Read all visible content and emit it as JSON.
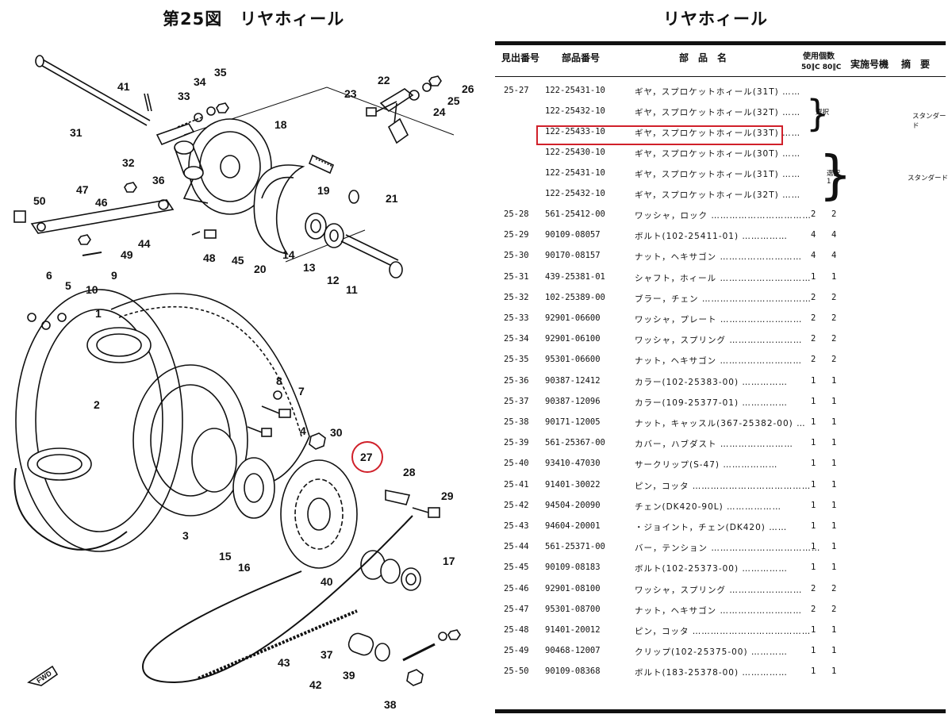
{
  "figure": {
    "title": "第25図　リヤホィール",
    "callouts": [
      "1",
      "2",
      "3",
      "4",
      "5",
      "6",
      "7",
      "8",
      "9",
      "10",
      "11",
      "12",
      "13",
      "14",
      "15",
      "16",
      "17",
      "18",
      "19",
      "20",
      "21",
      "22",
      "23",
      "24",
      "25",
      "26",
      "27",
      "28",
      "29",
      "30",
      "31",
      "32",
      "33",
      "34",
      "35",
      "36",
      "37",
      "38",
      "39",
      "40",
      "41",
      "42",
      "43",
      "44",
      "45",
      "46",
      "47",
      "48",
      "49",
      "50"
    ],
    "fwd_label": "FWD"
  },
  "table": {
    "title": "リヤホィール",
    "headers": {
      "ref": "見出番号",
      "part": "部品番号",
      "name": "部　品　名",
      "qty": "使用個数",
      "qty_cols": "50‖C 80‖C",
      "serial": "実施号機",
      "remarks": "摘　要"
    },
    "group_notes": {
      "sel1": "選択\n1",
      "sel2": "選択\n1",
      "std1": "スタンダード",
      "std2": "スタンダード"
    },
    "rows": [
      {
        "ref": "25-27",
        "part": "122-25431-10",
        "desc": "ギヤ，スプロケットホィール(31T) ……",
        "q1": "",
        "q2": ""
      },
      {
        "ref": "",
        "part": "122-25432-10",
        "desc": "ギヤ，スプロケットホィール(32T) ……",
        "q1": "",
        "q2": ""
      },
      {
        "ref": "",
        "part": "122-25433-10",
        "desc": "ギヤ，スプロケットホィール(33T) ……",
        "q1": "",
        "q2": ""
      },
      {
        "ref": "",
        "part": "122-25430-10",
        "desc": "ギヤ，スプロケットホィール(30T) ……",
        "q1": "",
        "q2": ""
      },
      {
        "ref": "",
        "part": "122-25431-10",
        "desc": "ギヤ，スプロケットホィール(31T) ……",
        "q1": "",
        "q2": ""
      },
      {
        "ref": "",
        "part": "122-25432-10",
        "desc": "ギヤ，スプロケットホィール(32T) ……",
        "q1": "",
        "q2": ""
      },
      {
        "ref": "25-28",
        "part": "561-25412-00",
        "desc": "ワッシャ，ロック ……………………………",
        "q1": "2",
        "q2": "2"
      },
      {
        "ref": "25-29",
        "part": "90109-08057",
        "desc": "ボルト(102-25411-01) ……………",
        "q1": "4",
        "q2": "4"
      },
      {
        "ref": "25-30",
        "part": "90170-08157",
        "desc": "ナット，ヘキサゴン ………………………",
        "q1": "4",
        "q2": "4"
      },
      {
        "ref": "25-31",
        "part": "439-25381-01",
        "desc": "シャフト，ホィール …………………………",
        "q1": "1",
        "q2": "1"
      },
      {
        "ref": "25-32",
        "part": "102-25389-00",
        "desc": "ブラー，チェン ………………………………",
        "q1": "2",
        "q2": "2"
      },
      {
        "ref": "25-33",
        "part": "92901-06600",
        "desc": "ワッシャ，プレート ………………………",
        "q1": "2",
        "q2": "2"
      },
      {
        "ref": "25-34",
        "part": "92901-06100",
        "desc": "ワッシャ，スプリング ……………………",
        "q1": "2",
        "q2": "2"
      },
      {
        "ref": "25-35",
        "part": "95301-06600",
        "desc": "ナット，ヘキサゴン ………………………",
        "q1": "2",
        "q2": "2"
      },
      {
        "ref": "25-36",
        "part": "90387-12412",
        "desc": "カラー(102-25383-00) ……………",
        "q1": "1",
        "q2": "1"
      },
      {
        "ref": "25-37",
        "part": "90387-12096",
        "desc": "カラー(109-25377-01) ……………",
        "q1": "1",
        "q2": "1"
      },
      {
        "ref": "25-38",
        "part": "90171-12005",
        "desc": "ナット，キャッスル(367-25382-00) …",
        "q1": "1",
        "q2": "1"
      },
      {
        "ref": "25-39",
        "part": "561-25367-00",
        "desc": "カバー，ハブダスト ……………………",
        "q1": "1",
        "q2": "1"
      },
      {
        "ref": "25-40",
        "part": "93410-47030",
        "desc": "サークリップ(S-47) ………………",
        "q1": "1",
        "q2": "1"
      },
      {
        "ref": "25-41",
        "part": "91401-30022",
        "desc": "ピン，コッタ …………………………………",
        "q1": "1",
        "q2": "1"
      },
      {
        "ref": "25-42",
        "part": "94504-20090",
        "desc": "チェン(DK420-90L) ………………",
        "q1": "1",
        "q2": "1"
      },
      {
        "ref": "25-43",
        "part": "94604-20001",
        "desc": "・ジョイント，チェン(DK420) ……",
        "q1": "1",
        "q2": "1"
      },
      {
        "ref": "25-44",
        "part": "561-25371-00",
        "desc": "バー，テンション ………………………………",
        "q1": "1",
        "q2": "1"
      },
      {
        "ref": "25-45",
        "part": "90109-08183",
        "desc": "ボルト(102-25373-00) ……………",
        "q1": "1",
        "q2": "1"
      },
      {
        "ref": "25-46",
        "part": "92901-08100",
        "desc": "ワッシャ，スプリング ……………………",
        "q1": "2",
        "q2": "2"
      },
      {
        "ref": "25-47",
        "part": "95301-08700",
        "desc": "ナット，ヘキサゴン ………………………",
        "q1": "2",
        "q2": "2"
      },
      {
        "ref": "25-48",
        "part": "91401-20012",
        "desc": "ピン，コッタ …………………………………",
        "q1": "1",
        "q2": "1"
      },
      {
        "ref": "25-49",
        "part": "90468-12007",
        "desc": "クリップ(102-25375-00) …………",
        "q1": "1",
        "q2": "1"
      },
      {
        "ref": "25-50",
        "part": "90109-08368",
        "desc": "ボルト(183-25378-00) ……………",
        "q1": "1",
        "q2": "1"
      }
    ]
  },
  "colors": {
    "highlight": "#d0202a",
    "ink": "#111111"
  }
}
